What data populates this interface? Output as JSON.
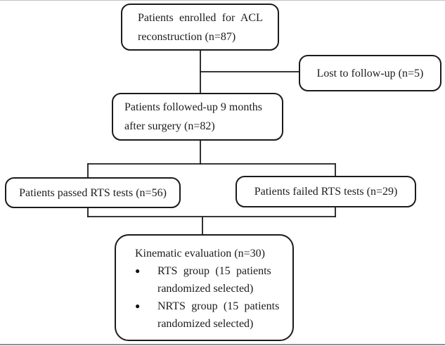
{
  "nodes": {
    "enrolled": {
      "line1": "Patients enrolled for ACL",
      "line2": "reconstruction (n=87)"
    },
    "lost": {
      "label": "Lost to follow-up (n=5)"
    },
    "followed": {
      "line1": "Patients followed-up 9 months",
      "line2": "after surgery (n=82)"
    },
    "passed": {
      "label": "Patients passed RTS tests (n=56)"
    },
    "failed": {
      "label": "Patients failed RTS tests (n=29)"
    },
    "kinematic": {
      "title": "Kinematic evaluation (n=30)",
      "bullet_glyph": "●",
      "bullets": [
        {
          "line1": "RTS group (15 patients",
          "line2": "randomized selected)"
        },
        {
          "line1": "NRTS group (15 patients",
          "line2": "randomized selected)"
        }
      ]
    }
  },
  "colors": {
    "box_border": "#1b1b1b",
    "connector": "#1b1b1b",
    "text": "#1c1c1c",
    "background": "#ffffff",
    "rule_top": "#c3c3c3",
    "rule_bottom": "#8f8f8f"
  }
}
